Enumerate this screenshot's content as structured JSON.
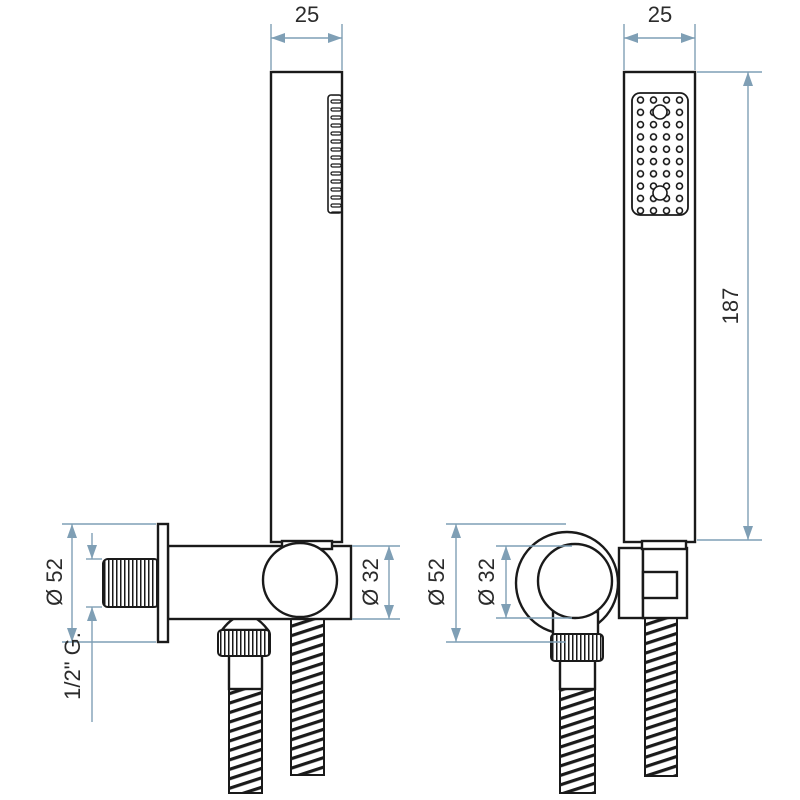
{
  "drawing": {
    "colors": {
      "line": "#1a1a1a",
      "dimension": "#7f9fb5",
      "text": "#2b2b2b"
    },
    "side_view": {
      "width_label": "25",
      "flange_diameter_label": "Ø 52",
      "thread_label": "1/2\" G.",
      "elbow_diameter_label": "Ø 32"
    },
    "front_view": {
      "width_label": "25",
      "length_label": "187",
      "flange_diameter_label": "Ø 52",
      "elbow_diameter_label": "Ø 32"
    }
  }
}
